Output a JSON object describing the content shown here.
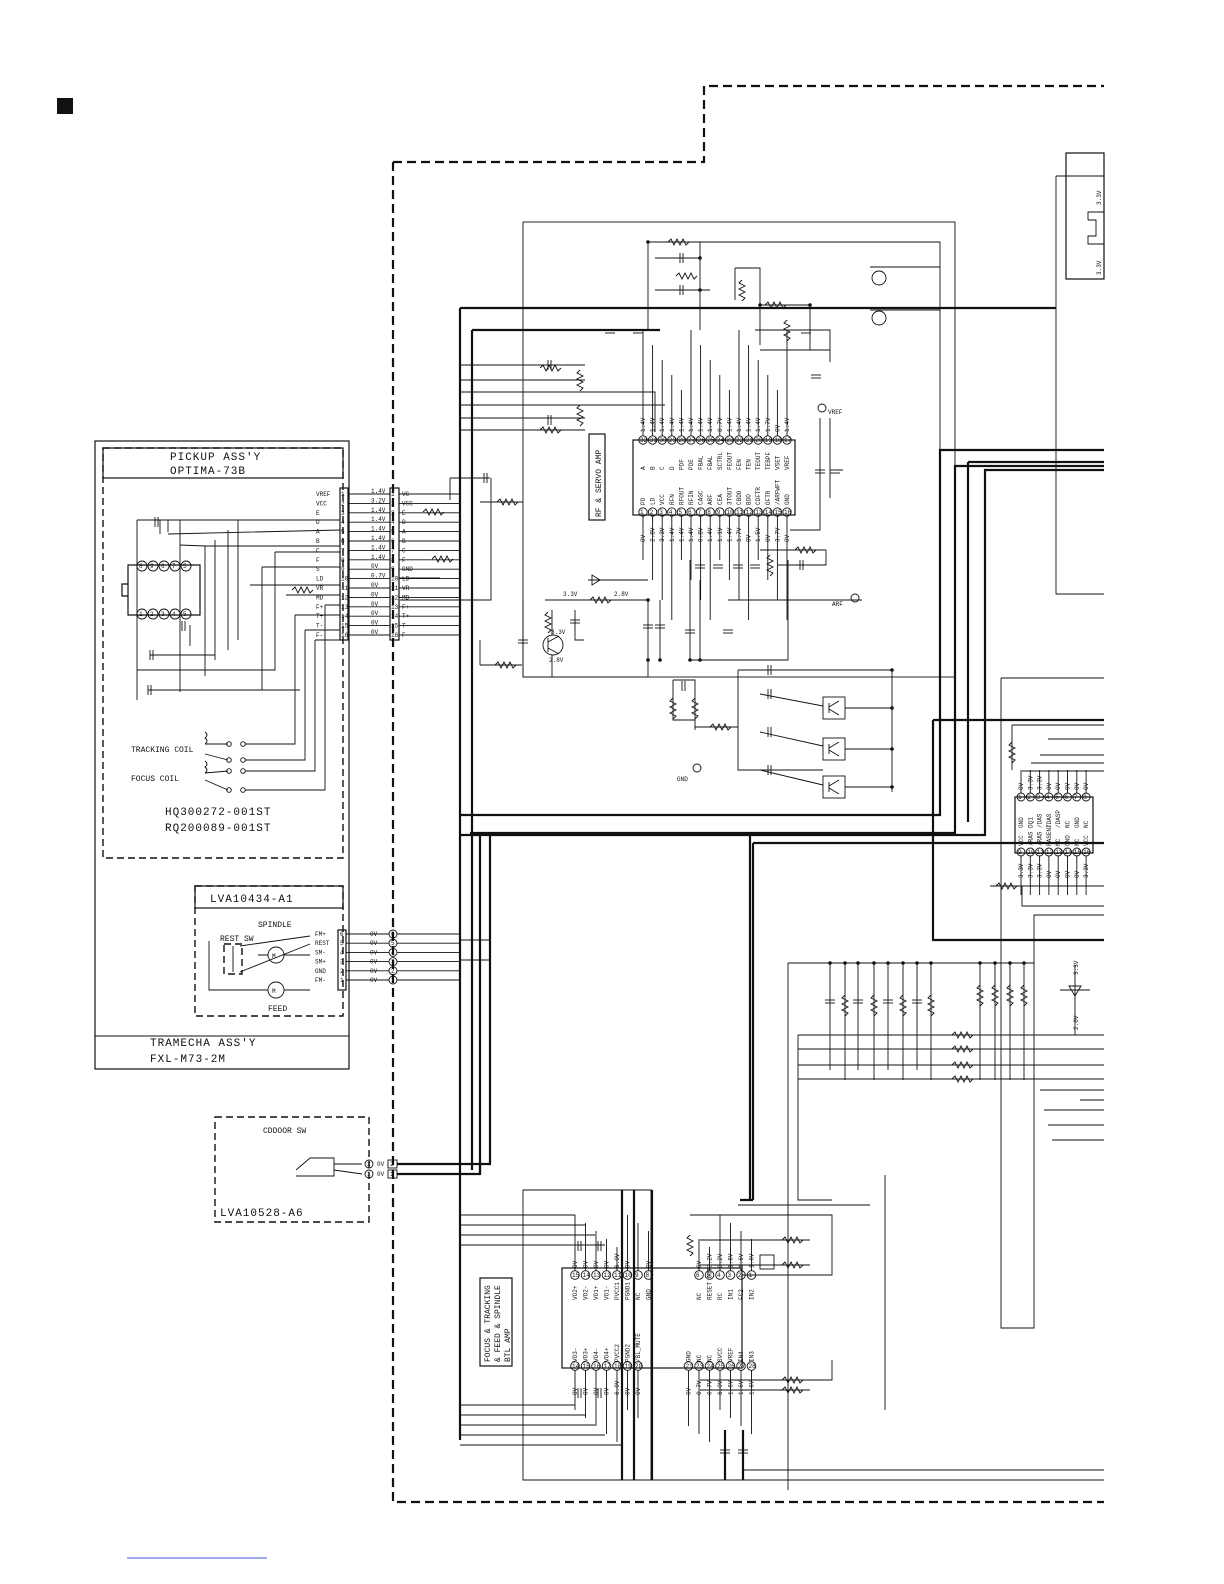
{
  "page": {
    "marker": "■"
  },
  "pickup": {
    "title_line1": "PICKUP ASS'Y",
    "title_line2": "OPTIMA-73B",
    "tracking_coil": "TRACKING COIL",
    "focus_coil": "FOCUS COIL",
    "part1": "HQ300272-001ST",
    "part2": "RQ200089-001ST",
    "pins": [
      {
        "n": "1",
        "left": "VREF",
        "volt": "1.4V",
        "right": "VC"
      },
      {
        "n": "2",
        "left": "VCC",
        "volt": "3.2V",
        "right": "VCC"
      },
      {
        "n": "3",
        "left": "E",
        "volt": "1.4V",
        "right": "E"
      },
      {
        "n": "4",
        "left": "D",
        "volt": "1.4V",
        "right": "D"
      },
      {
        "n": "5",
        "left": "A",
        "volt": "1.4V",
        "right": "A"
      },
      {
        "n": "6",
        "left": "B",
        "volt": "1.4V",
        "right": "B"
      },
      {
        "n": "7",
        "left": "C",
        "volt": "1.4V",
        "right": "C"
      },
      {
        "n": "8",
        "left": "F",
        "volt": "1.4V",
        "right": "F"
      },
      {
        "n": "9",
        "left": "S",
        "volt": "0V",
        "right": "GND"
      },
      {
        "n": "10",
        "left": "LD",
        "volt": "0.7V",
        "right": "LD"
      },
      {
        "n": "11",
        "left": "VR",
        "volt": "0V",
        "right": "VR"
      },
      {
        "n": "12",
        "left": "MD",
        "volt": "0V",
        "right": "MD"
      },
      {
        "n": "13",
        "left": "F+",
        "volt": "0V",
        "right": "F+"
      },
      {
        "n": "14",
        "left": "T+",
        "volt": "0V",
        "right": "T+"
      },
      {
        "n": "15",
        "left": "T-",
        "volt": "0V",
        "right": "T-"
      },
      {
        "n": "16",
        "left": "F-",
        "volt": "0V",
        "right": "F-"
      }
    ]
  },
  "tramecha": {
    "title_line1": "TRAMECHA ASS'Y",
    "title_line2": "FXL-M73-2M"
  },
  "lva10434": {
    "title": "LVA10434-A1",
    "spindle": "SPINDLE",
    "rest_sw": "REST SW",
    "feed": "FEED",
    "pins": [
      {
        "n": "6",
        "name": "FM+",
        "volt": "0V"
      },
      {
        "n": "5",
        "name": "REST",
        "volt": "0V"
      },
      {
        "n": "4",
        "name": "SM-",
        "volt": "0V"
      },
      {
        "n": "3",
        "name": "SM+",
        "volt": "0V"
      },
      {
        "n": "2",
        "name": "GND",
        "volt": "0V"
      },
      {
        "n": "1",
        "name": "FM-",
        "volt": "0V"
      }
    ]
  },
  "door": {
    "title": "CDDOOR SW",
    "part": "LVA10528-A6",
    "pins": [
      {
        "n": "2",
        "volt": "0V"
      },
      {
        "n": "1",
        "volt": "0V"
      }
    ]
  },
  "rf_ic": {
    "label": "RF & SERVO AMP",
    "top_pins": [
      {
        "n": "32",
        "name": "A",
        "volt": "1.4V"
      },
      {
        "n": "31",
        "name": "B",
        "volt": "1.4V"
      },
      {
        "n": "30",
        "name": "C",
        "volt": "1.4V"
      },
      {
        "n": "29",
        "name": "D",
        "volt": "1.4V"
      },
      {
        "n": "28",
        "name": "PDF",
        "volt": "1.4V"
      },
      {
        "n": "27",
        "name": "PDE",
        "volt": "1.4V"
      },
      {
        "n": "26",
        "name": "FBAL",
        "volt": "1.4V"
      },
      {
        "n": "25",
        "name": "FBAL",
        "volt": "1.4V"
      },
      {
        "n": "24",
        "name": "SCTRL",
        "volt": "0.7V"
      },
      {
        "n": "23",
        "name": "FEOUT",
        "volt": "1.4V"
      },
      {
        "n": "22",
        "name": "FEN",
        "volt": "1.4V"
      },
      {
        "n": "21",
        "name": "TEN",
        "volt": "1.4V"
      },
      {
        "n": "20",
        "name": "TEOUT",
        "volt": "1.4V"
      },
      {
        "n": "19",
        "name": "TEBPF",
        "volt": "1.7V"
      },
      {
        "n": "18",
        "name": "VSET",
        "volt": "0V"
      },
      {
        "n": "17",
        "name": "VREF",
        "volt": "1.4V"
      }
    ],
    "bottom_pins": [
      {
        "n": "1",
        "name": "PD",
        "volt": "0V"
      },
      {
        "n": "2",
        "name": "LD",
        "volt": "2.8V"
      },
      {
        "n": "3",
        "name": "VCC",
        "volt": "3.3V"
      },
      {
        "n": "4",
        "name": "RFN",
        "volt": "1.4V"
      },
      {
        "n": "5",
        "name": "RFOUT",
        "volt": "1.4V"
      },
      {
        "n": "6",
        "name": "RFIN",
        "volt": "1.4V"
      },
      {
        "n": "7",
        "name": "CAGC",
        "volt": "0.8V"
      },
      {
        "n": "8",
        "name": "ARF",
        "volt": "1.4V"
      },
      {
        "n": "9",
        "name": "CEA",
        "volt": "1.1V"
      },
      {
        "n": "10",
        "name": "3TOUT",
        "volt": "1.4V"
      },
      {
        "n": "11",
        "name": "CBDO",
        "volt": "1.7V"
      },
      {
        "n": "12",
        "name": "BDO",
        "volt": "0V"
      },
      {
        "n": "13",
        "name": "CDFTR",
        "volt": "1.5V"
      },
      {
        "n": "14",
        "name": "OFTR",
        "volt": "0V"
      },
      {
        "n": "15",
        "name": "/ARFWFT",
        "volt": "3.7V"
      },
      {
        "n": "16",
        "name": "GND",
        "volt": "0V"
      }
    ],
    "test_vref": "VREF",
    "test_arf": "ARF",
    "test_gnd": "GND",
    "v_q1": "3.3V",
    "v_d1": "2.8V",
    "v_q1b": "3.3V",
    "v_q1c": "2.8V"
  },
  "btl_ic": {
    "label_line1": "FOCUS & TRACKING",
    "label_line2": "& FEED & SPINDLE",
    "label_line3": "BTL AMP",
    "top_pins": [
      {
        "n": "15",
        "name": "VO2+",
        "volt": "0V"
      },
      {
        "n": "14",
        "name": "VO2-",
        "volt": "0V"
      },
      {
        "n": "13",
        "name": "VO1+",
        "volt": "0V"
      },
      {
        "n": "12",
        "name": "VO1-",
        "volt": "0V"
      },
      {
        "n": "11",
        "name": "PVCC1",
        "volt": "6.0V"
      },
      {
        "n": "10",
        "name": "PGND1",
        "volt": "0V"
      },
      {
        "n": "9",
        "name": "NC",
        "volt": ""
      },
      {
        "n": "8",
        "name": "GND",
        "volt": "0V"
      },
      {
        "n": "6",
        "name": "NC",
        "volt": "0V"
      },
      {
        "n": "5",
        "name": "RESET OUT",
        "volt": "3.2V"
      },
      {
        "n": "4",
        "name": "RC",
        "volt": "3.2V"
      },
      {
        "n": "3",
        "name": "IN1",
        "volt": "1.6V"
      },
      {
        "n": "2",
        "name": "FC2",
        "volt": "1.6V"
      },
      {
        "n": "1",
        "name": "IN2",
        "volt": "1.6V"
      }
    ],
    "bottom_pins": [
      {
        "n": "14",
        "name": "VO3-",
        "volt": "0V"
      },
      {
        "n": "15",
        "name": "VO3+",
        "volt": "0V"
      },
      {
        "n": "16",
        "name": "VO4-",
        "volt": "0V"
      },
      {
        "n": "17",
        "name": "VO4+",
        "volt": "0V"
      },
      {
        "n": "18",
        "name": "PVCC2",
        "volt": "6.0V"
      },
      {
        "n": "19",
        "name": "PGND2",
        "volt": "0V"
      },
      {
        "n": "20",
        "name": "/BL_MUTE",
        "volt": "0V"
      },
      {
        "n": "21",
        "name": "GND",
        "volt": "0V"
      },
      {
        "n": "23",
        "name": "NC",
        "volt": "0.7V"
      },
      {
        "n": "24",
        "name": "NC",
        "volt": "0.7V"
      },
      {
        "n": "25",
        "name": "SVCC",
        "volt": "6.0V"
      },
      {
        "n": "26",
        "name": "VREF",
        "volt": "1.6V"
      },
      {
        "n": "27",
        "name": "IN4",
        "volt": "1.6V"
      },
      {
        "n": "28",
        "name": "IN3",
        "volt": "1.6V"
      }
    ]
  },
  "ram_ic": {
    "top": [
      {
        "n": "1",
        "name": "GND",
        "volt": "0V"
      },
      {
        "n": "2",
        "name": "DQ1",
        "volt": "3.3V"
      },
      {
        "n": "3",
        "name": "/DAS",
        "volt": "3.3V"
      },
      {
        "n": "4",
        "name": "/DAS",
        "volt": "0V"
      },
      {
        "n": "5",
        "name": "/DASP",
        "volt": "0V"
      },
      {
        "n": "6",
        "name": "NC",
        "volt": "0V"
      },
      {
        "n": "7",
        "name": "GND",
        "volt": "0V"
      },
      {
        "n": "8",
        "name": "NC",
        "volt": "0V"
      }
    ],
    "bottom": [
      {
        "n": "9",
        "name": "VCC",
        "volt": "3.3V"
      },
      {
        "n": "10",
        "name": "/RAS",
        "volt": "3.3V"
      },
      {
        "n": "11",
        "name": "/RAS",
        "volt": "3.3V"
      },
      {
        "n": "12",
        "name": "RASENT",
        "volt": "0V"
      },
      {
        "n": "13",
        "name": "NC",
        "volt": "0V"
      },
      {
        "n": "14",
        "name": "GND",
        "volt": "0V"
      },
      {
        "n": "15",
        "name": "NC",
        "volt": "0V"
      },
      {
        "n": "16",
        "name": "VCC",
        "volt": "3.3V"
      }
    ]
  },
  "misc": {
    "v33": "3.3V",
    "v20": "2.0V"
  }
}
